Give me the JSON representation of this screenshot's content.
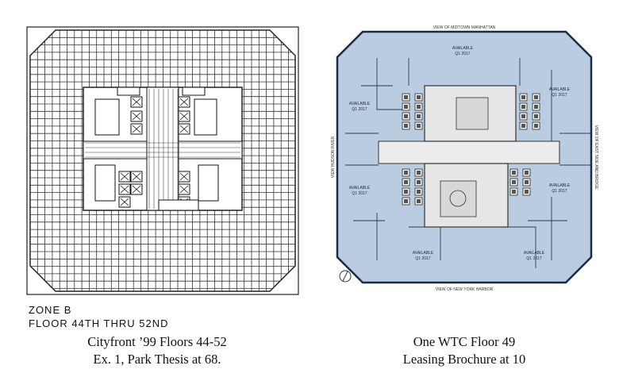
{
  "left_plan": {
    "zone_line1": "ZONE B",
    "zone_line2": "FLOOR 44TH THRU 52ND",
    "caption_line1": "Cityfront ’99 Floors 44-52",
    "caption_line2": "Ex. 1, Park Thesis at 68."
  },
  "right_plan": {
    "caption_line1": "One WTC Floor 49",
    "caption_line2": "Leasing Brochure at 10",
    "view_top": "VIEW OF MIDTOWN MANHATTAN",
    "view_bottom": "VIEW OF NEW YORK HARBOR",
    "view_left": "VIEW HUDSON RIVER",
    "view_right": "VIEW OF EAST SIDE AND BRIDGE",
    "available_label": "AVAILABLE",
    "available_date": "Q1 2017",
    "fill_color": "#b9cce0",
    "outline_color": "#1b2a44"
  }
}
